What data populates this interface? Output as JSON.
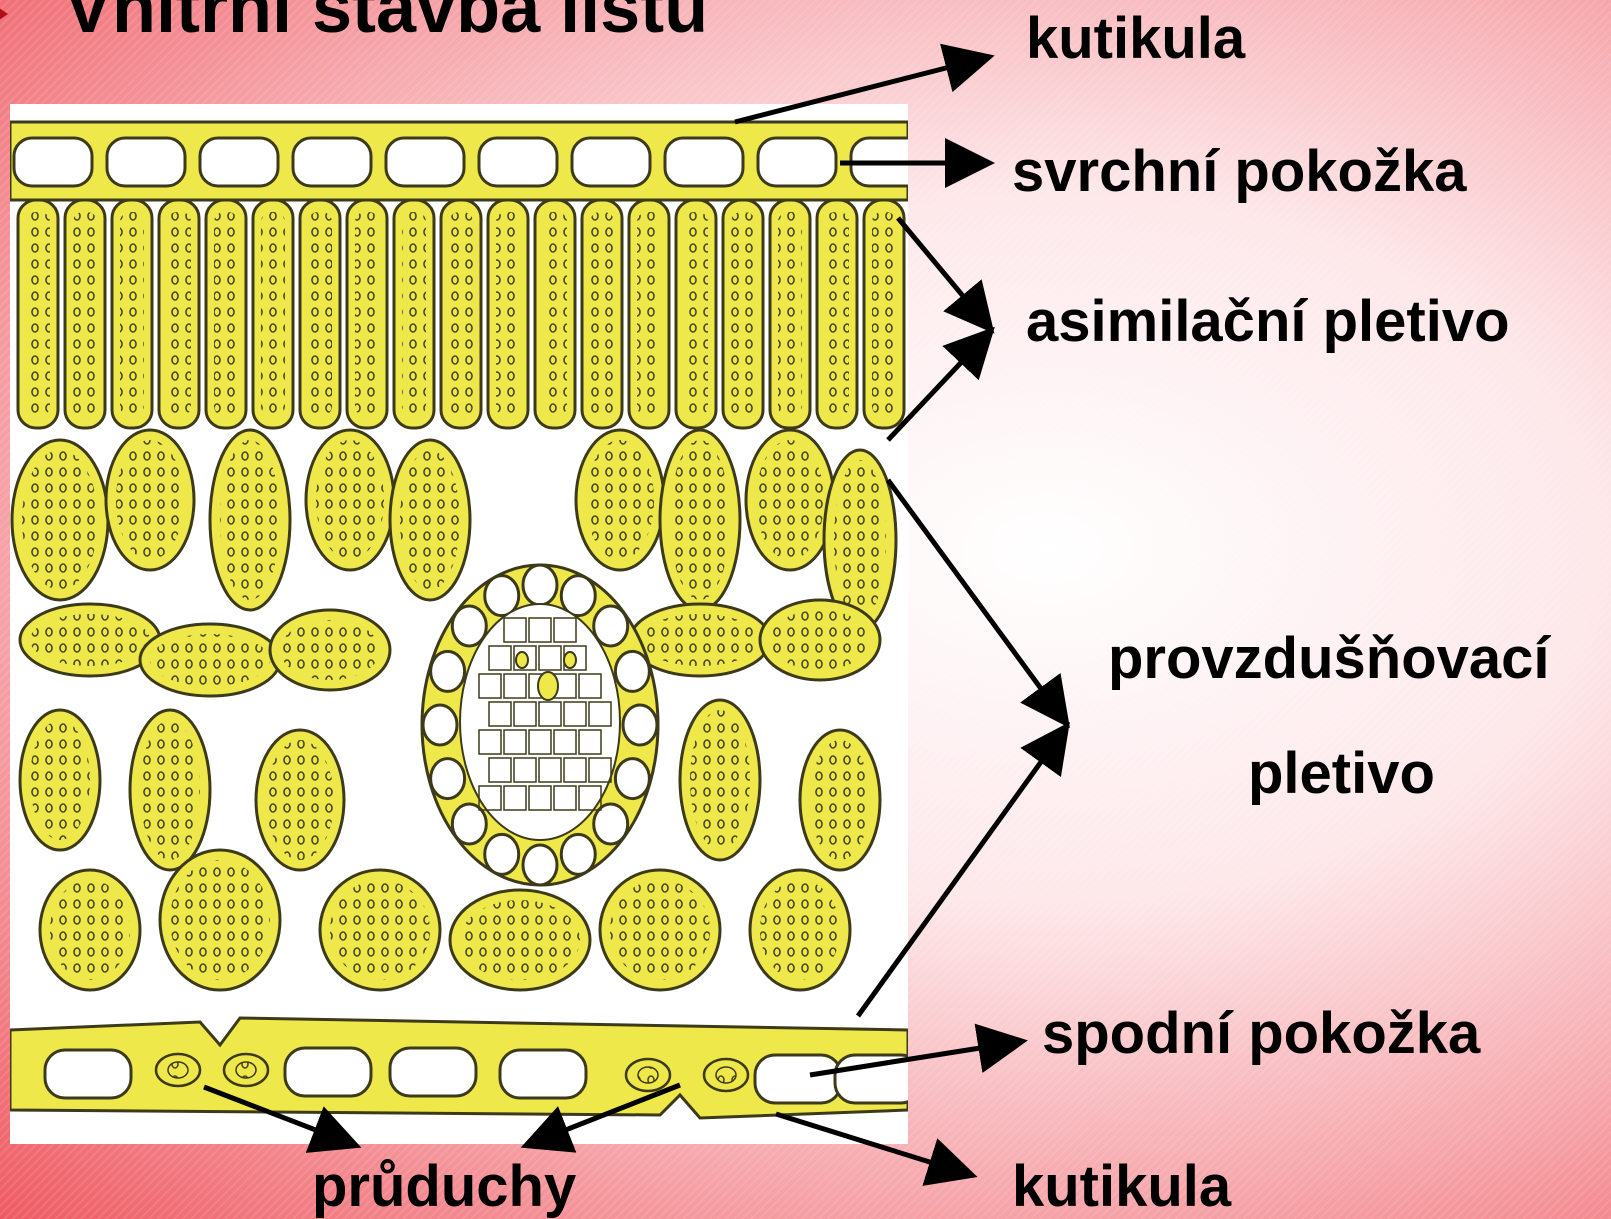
{
  "title": "Vnitřní stavba listu",
  "labels": {
    "kutikula_top": "kutikula",
    "svrchni_pokozka": "svrchní pokožka",
    "asimilacni_pletivo": "asimilační pletivo",
    "provzdusnovaci_line1": "provzdušňovací",
    "provzdusnovaci_line2": "pletivo",
    "spodni_pokozka": "spodní pokožka",
    "pruduchy": "průduchy",
    "kutikula_bottom": "kutikula"
  },
  "colors": {
    "cell_fill": "#efe84a",
    "cell_outline": "#3d3a1a",
    "chloroplast": "#4a4a20",
    "panel": "#ffffff",
    "arrow": "#000000",
    "bullet": "#b0101c"
  }
}
